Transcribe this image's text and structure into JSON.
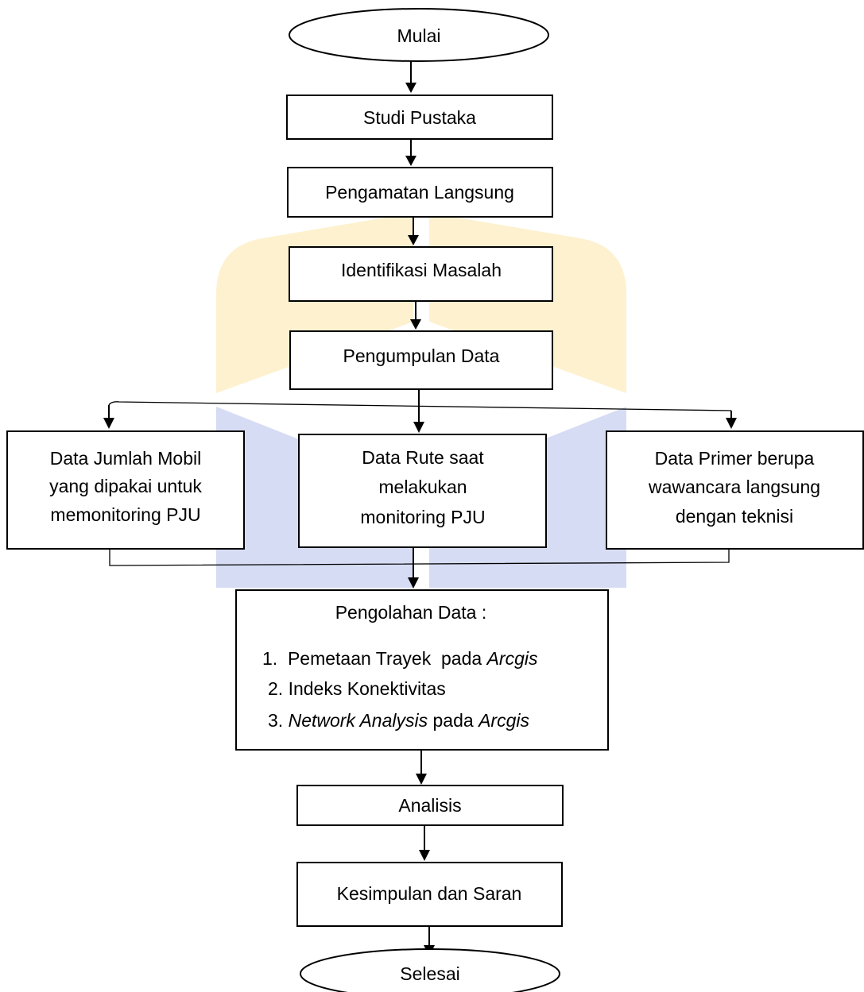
{
  "nodes": {
    "start": "Mulai",
    "literature": "Studi Pustaka",
    "observation": "Pengamatan Langsung",
    "problem": "Identifikasi Masalah",
    "collection": "Pengumpulan Data",
    "data_cars": [
      "Data Jumlah Mobil",
      "yang dipakai untuk",
      "memonitoring PJU"
    ],
    "data_route": [
      "Data Rute saat",
      "melakukan",
      "monitoring PJU"
    ],
    "data_primary": [
      "Data Primer berupa",
      "wawancara langsung",
      "dengan teknisi"
    ],
    "processing": {
      "title": "Pengolahan Data :",
      "item1_prefix": "1.  Pemetaan Trayek  pada ",
      "item1_italic": "Arcgis",
      "item2": "2. Indeks Konektivitas",
      "item3_prefix": "3. ",
      "item3_italic": "Network Analysis",
      "item3_middle": " pada ",
      "item3_italic2": "Arcgis"
    },
    "analysis": "Analisis",
    "conclusion": "Kesimpulan dan Saran",
    "end": "Selesai"
  },
  "colors": {
    "watermark_yellow": "#fdf1cf",
    "watermark_blue": "#d5dcf3",
    "stroke": "#000000"
  }
}
